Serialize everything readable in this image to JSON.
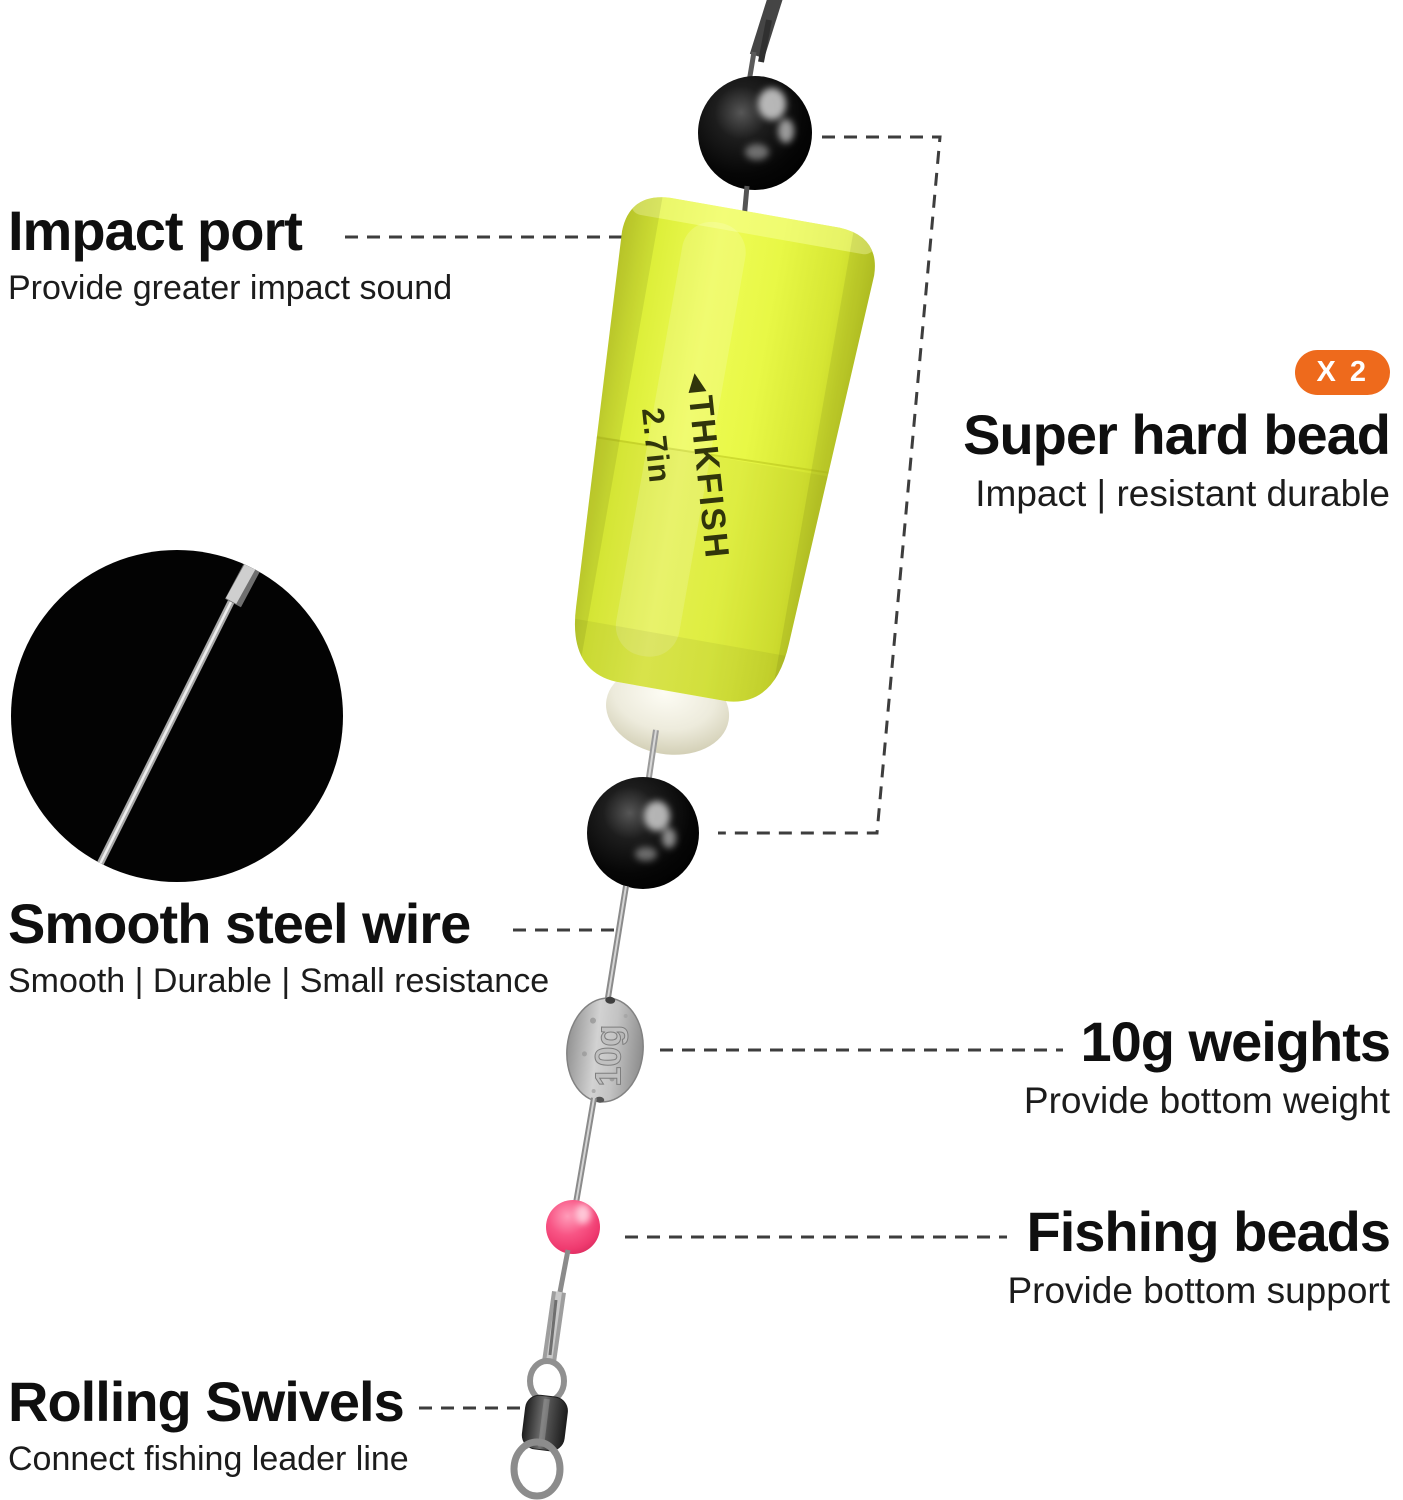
{
  "labels": {
    "impact_port": {
      "title": "Impact port",
      "subtitle": "Provide greater impact sound"
    },
    "super_hard_bead": {
      "badge": "X 2",
      "title": "Super hard bead",
      "subtitle": "Impact | resistant durable"
    },
    "smooth_steel_wire": {
      "title": "Smooth steel wire",
      "subtitle": "Smooth | Durable | Small resistance"
    },
    "weights": {
      "title": "10g weights",
      "subtitle": "Provide bottom weight"
    },
    "fishing_beads": {
      "title": "Fishing beads",
      "subtitle": "Provide bottom support"
    },
    "rolling_swivels": {
      "title": "Rolling Swivels",
      "subtitle": "Connect fishing leader line"
    }
  },
  "product": {
    "brand": "THKFISH",
    "size": "2.7in",
    "weight_marking": "10g"
  },
  "colors": {
    "accent_orange": "#ee6a1c",
    "float_yellow": "#e3f83a",
    "bead_black": "#0a0a0a",
    "bead_pink": "#f4437a",
    "dash_line": "#3d3d3d",
    "text": "#111111"
  }
}
